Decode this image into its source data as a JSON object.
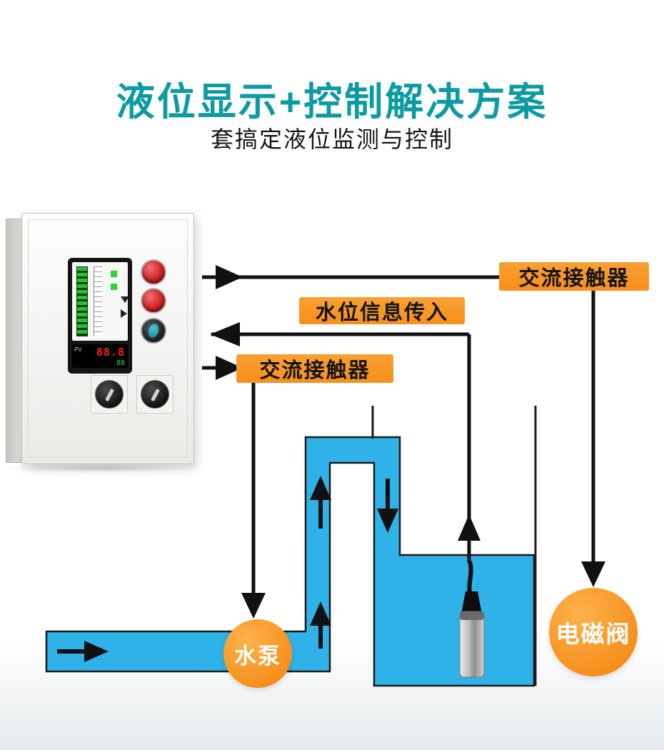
{
  "header": {
    "title": "液位显示+控制解决方案",
    "subtitle": "套搞定液位监测与控制"
  },
  "labels": {
    "contactor_top": "交流接触器",
    "water_info": "水位信息传入",
    "contactor_mid": "交流接触器",
    "pump": "水泵",
    "valve": "电磁阀"
  },
  "device": {
    "pv_label": "PV",
    "display_value": "88.8",
    "display_value_green": "88"
  },
  "colors": {
    "title_teal": "#0c9aa3",
    "label_orange": "#f78f1b",
    "water_blue": "#2eb2e8",
    "line_black": "#111111",
    "led_red": "#ff2015",
    "led_green": "#34df3a"
  }
}
